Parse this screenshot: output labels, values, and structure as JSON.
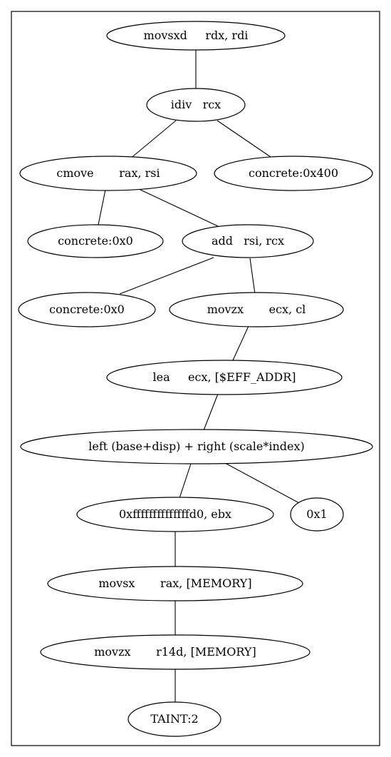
{
  "graph": {
    "nodes": [
      {
        "id": "n1",
        "label": "movsxd     rdx, rdi"
      },
      {
        "id": "n2",
        "label": "idiv   rcx"
      },
      {
        "id": "n3",
        "label": "cmove       rax, rsi"
      },
      {
        "id": "n4",
        "label": "concrete:0x400"
      },
      {
        "id": "n5",
        "label": "concrete:0x0"
      },
      {
        "id": "n6",
        "label": "add   rsi, rcx"
      },
      {
        "id": "n7",
        "label": "concrete:0x0"
      },
      {
        "id": "n8",
        "label": "movzx       ecx, cl"
      },
      {
        "id": "n9",
        "label": "lea     ecx, [$EFF_ADDR]"
      },
      {
        "id": "n10",
        "label": "left (base+disp) + right (scale*index)"
      },
      {
        "id": "n11",
        "label": "0xffffffffffffffd0, ebx"
      },
      {
        "id": "n12",
        "label": "0x1"
      },
      {
        "id": "n13",
        "label": "movsx       rax, [MEMORY]"
      },
      {
        "id": "n14",
        "label": "movzx       r14d, [MEMORY]"
      },
      {
        "id": "n15",
        "label": "TAINT:2"
      }
    ],
    "edges": [
      {
        "from": "n1",
        "to": "n2"
      },
      {
        "from": "n2",
        "to": "n3"
      },
      {
        "from": "n2",
        "to": "n4"
      },
      {
        "from": "n3",
        "to": "n5"
      },
      {
        "from": "n3",
        "to": "n6"
      },
      {
        "from": "n6",
        "to": "n7"
      },
      {
        "from": "n6",
        "to": "n8"
      },
      {
        "from": "n8",
        "to": "n9"
      },
      {
        "from": "n9",
        "to": "n10"
      },
      {
        "from": "n10",
        "to": "n11"
      },
      {
        "from": "n10",
        "to": "n12"
      },
      {
        "from": "n11",
        "to": "n13"
      },
      {
        "from": "n13",
        "to": "n14"
      },
      {
        "from": "n14",
        "to": "n15"
      }
    ]
  }
}
